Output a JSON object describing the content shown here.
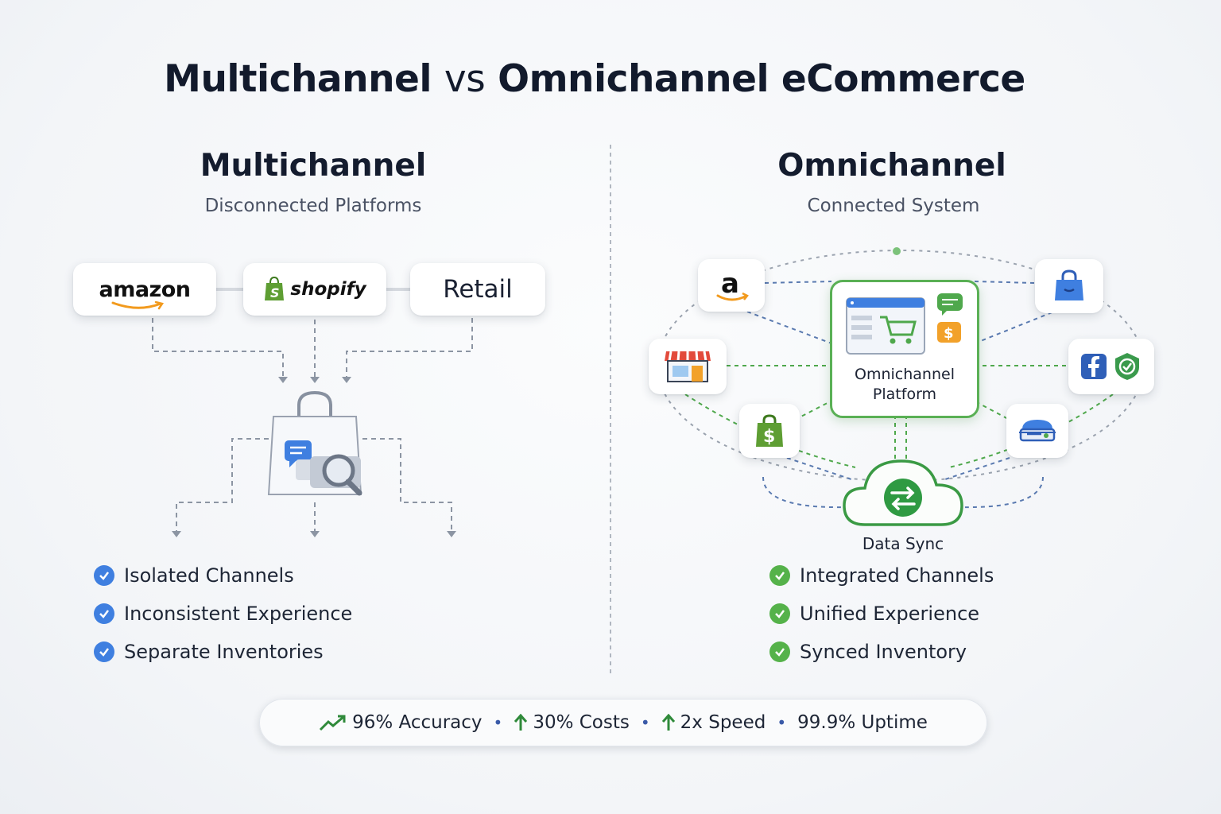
{
  "title": {
    "part1": "Multichannel",
    "vs": "vs",
    "part2": "Omnichannel eCommerce"
  },
  "left": {
    "title": "Multichannel",
    "subtitle": "Disconnected Platforms",
    "channels": [
      {
        "label": "amazon",
        "icon": "amazon-logo"
      },
      {
        "label": "shopify",
        "icon": "shopify-bag-icon"
      },
      {
        "label": "Retail",
        "icon": ""
      }
    ],
    "features": [
      "Isolated Channels",
      "Inconsistent Experience",
      "Separate Inventories"
    ]
  },
  "right": {
    "title": "Omnichannel",
    "subtitle": "Connected System",
    "platform_label_line1": "Omnichannel",
    "platform_label_line2": "Platform",
    "sync_label": "Data Sync",
    "channel_icons": [
      "amazon-icon",
      "shopping-bag-icon",
      "storefront-icon",
      "facebook-icon",
      "shield-check-icon",
      "shopify-icon",
      "delivery-truck-icon",
      "cloud-sync-icon"
    ],
    "features": [
      "Integrated Channels",
      "Unified Experience",
      "Synced Inventory"
    ]
  },
  "stats": [
    {
      "icon": "trend-up-icon",
      "text": "96% Accuracy"
    },
    {
      "icon": "arrow-up-icon",
      "text": "30% Costs"
    },
    {
      "icon": "arrow-up-icon",
      "text": "2x Speed"
    },
    {
      "icon": "",
      "text": "99.9% Uptime"
    }
  ],
  "colors": {
    "accent_blue": "#3f7fe0",
    "accent_green": "#55b24a",
    "title": "#121a2c"
  }
}
